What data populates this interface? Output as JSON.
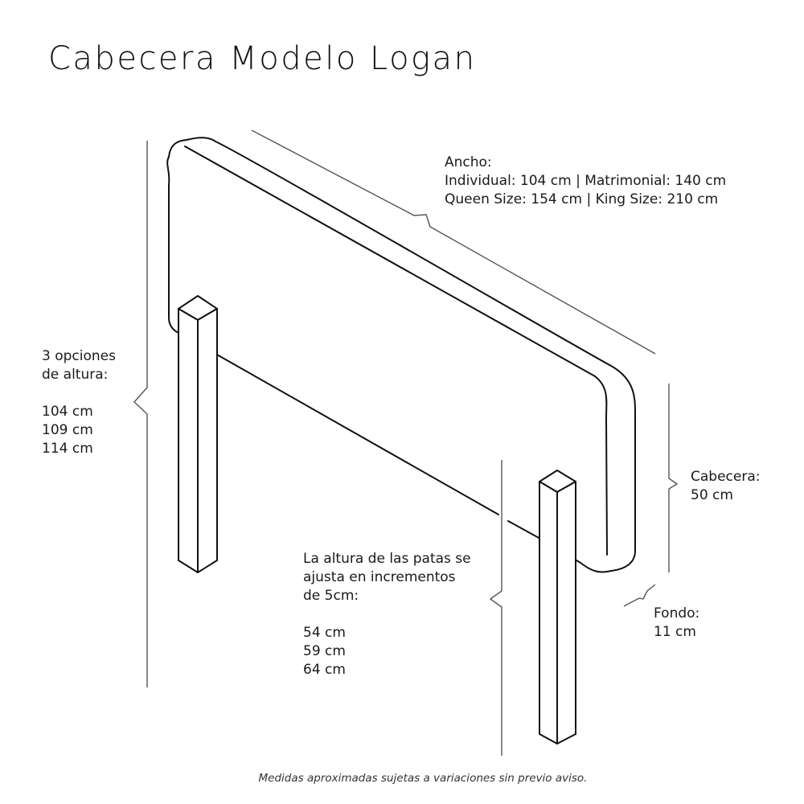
{
  "title": "Cabecera Modelo Logan",
  "annotations": {
    "ancho": {
      "heading": "Ancho:",
      "lines": [
        "Individual: 104 cm | Matrimonial: 140 cm",
        "Queen Size: 154 cm | King Size: 210 cm"
      ]
    },
    "altura_total": {
      "heading_lines": [
        "3 opciones",
        "de altura:"
      ],
      "values": [
        "104 cm",
        "109 cm",
        "114 cm"
      ]
    },
    "patas": {
      "heading_lines": [
        "La altura de las patas se",
        "ajusta en incrementos",
        "de 5cm:"
      ],
      "values": [
        "54 cm",
        "59 cm",
        "64 cm"
      ]
    },
    "cabecera": {
      "heading": "Cabecera:",
      "value": "50 cm"
    },
    "fondo": {
      "heading": "Fondo:",
      "value": "11 cm"
    }
  },
  "footnote": "Medidas aproximadas sujetas a variaciones sin previo aviso.",
  "colors": {
    "line": "#111111",
    "dimension_line": "#555555",
    "background": "#ffffff"
  }
}
